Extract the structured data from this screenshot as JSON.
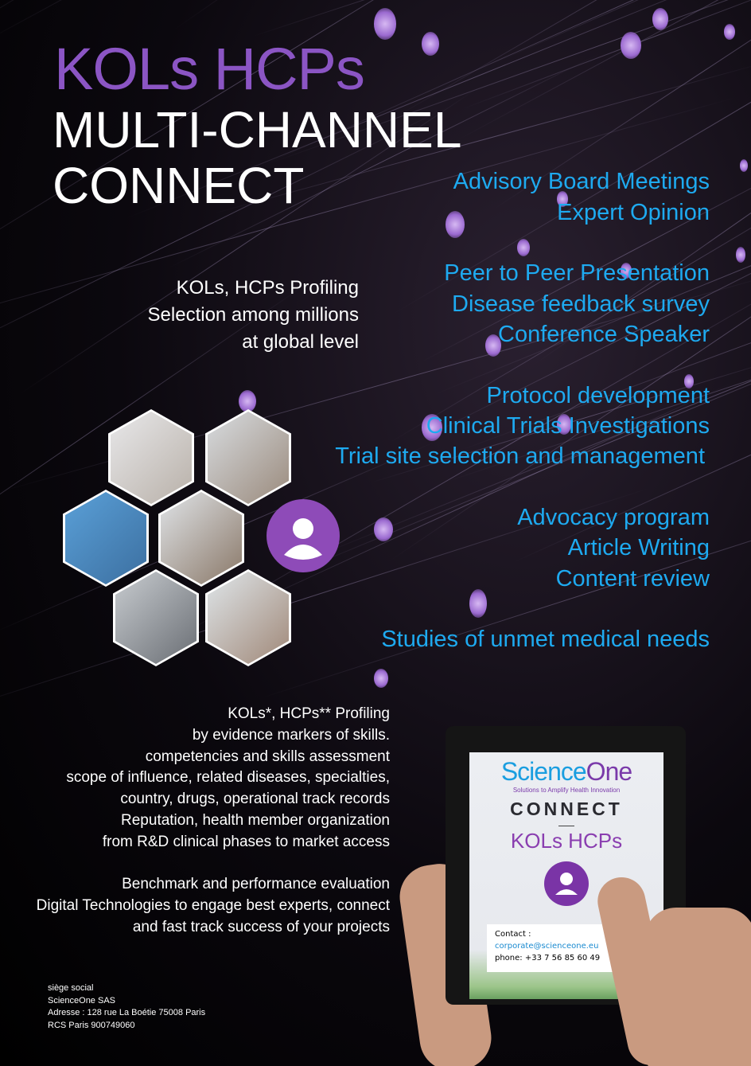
{
  "title": {
    "line1": "KOLs HCPs",
    "line2": "MULTI-CHANNEL",
    "line3": "CONNECT"
  },
  "services": [
    "Advisory Board Meetings",
    "Expert Opinion",
    "Peer to Peer Presentation",
    "Disease feedback survey",
    "Conference Speaker",
    "Protocol development",
    "Clinical Trials Investigations",
    "Trial site selection and management",
    "Advocacy program",
    "Article Writing",
    "Content review",
    "Studies of unmet medical needs"
  ],
  "profiling": [
    "KOLs, HCPs Profiling",
    "Selection among millions",
    "at global level"
  ],
  "details": [
    "KOLs*, HCPs** Profiling",
    "by evidence markers of skills.",
    "competencies and skills assessment",
    "scope of influence, related diseases, specialties,",
    "country, drugs, operational track records",
    "Reputation, health member organization",
    "from R&D clinical phases to market access",
    "",
    "Benchmark and performance evaluation",
    "Digital Technologies to engage best experts, connect",
    "and fast track success of your projects"
  ],
  "tablet": {
    "brand_a": "Science",
    "brand_b": "One",
    "tagline": "Solutions to Amplify Health Innovation",
    "connect": "CONNECT",
    "sub": "KOLs HCPs",
    "contact_label": "Contact :",
    "email": "corporate@scienceone.eu",
    "phone": "phone: +33 7 56 85 60 49"
  },
  "footer": [
    "siège social",
    "ScienceOne SAS",
    "Adresse : 128 rue La Boétie 75008 Paris",
    "RCS Paris 900749060"
  ],
  "colors": {
    "purple": "#8b55c4",
    "blue": "#1eaaf0"
  }
}
